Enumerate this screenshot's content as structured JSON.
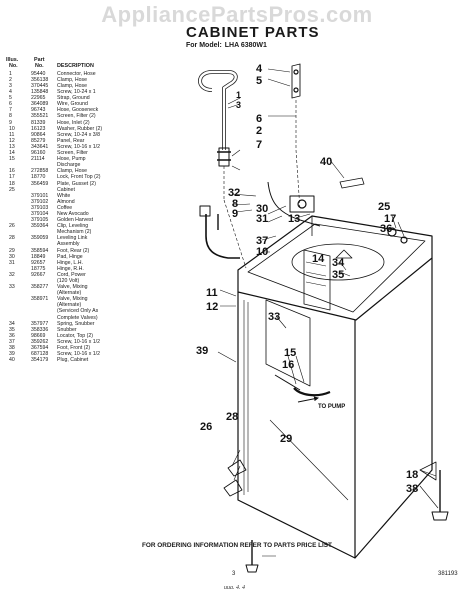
{
  "watermark": "AppliancePartsPros.com",
  "title": "CABINET PARTS",
  "model_prefix": "For Model:",
  "model": "LHA 6380W1",
  "table": {
    "header_illus": [
      "Illus.",
      "No."
    ],
    "header_part": [
      "Part",
      "No."
    ],
    "header_desc": "DESCRIPTION",
    "rows": [
      [
        "1",
        "95440",
        "Connector, Hose"
      ],
      [
        "2",
        "356138",
        "Clamp, Hose"
      ],
      [
        "3",
        "370445",
        "Clamp, Hose"
      ],
      [
        "4",
        "135848",
        "Screw, 10-24 x 1"
      ],
      [
        "5",
        "22965",
        "Strap, Ground"
      ],
      [
        "6",
        "364089",
        "Wire, Ground"
      ],
      [
        "7",
        "96743",
        "Hose, Gooseneck"
      ],
      [
        "8",
        "355521",
        "Screen, Filter (2)"
      ],
      [
        "9",
        "81339",
        "Hose, Inlet (2)"
      ],
      [
        "10",
        "16123",
        "Washer, Rubber (2)"
      ],
      [
        "11",
        "90864",
        "Screw, 10-24 x 3/8"
      ],
      [
        "12",
        "85279",
        "Panel, Rear"
      ],
      [
        "13",
        "343641",
        "Screw, 10-16 x 1/2"
      ],
      [
        "14",
        "96160",
        "Screen, Filter"
      ],
      [
        "15",
        "21114",
        "Hose, Pump"
      ],
      [
        "",
        "",
        "Discharge"
      ],
      [
        "16",
        "272858",
        "Clamp, Hose"
      ],
      [
        "17",
        "18770",
        "Lock, Front Top (2)"
      ],
      [
        "18",
        "356459",
        "Plate, Gusset (2)"
      ],
      [
        "25",
        "",
        "Cabinet"
      ],
      [
        "",
        "379101",
        "White"
      ],
      [
        "",
        "379102",
        "Almond"
      ],
      [
        "",
        "379103",
        "Coffee"
      ],
      [
        "",
        "379104",
        "New Avocado"
      ],
      [
        "",
        "379105",
        "Golden Harvest"
      ],
      [
        "26",
        "359364",
        "Clip, Leveling"
      ],
      [
        "",
        "",
        "Mechanism (2)"
      ],
      [
        "28",
        "359059",
        "Leveling Link"
      ],
      [
        "",
        "",
        "Assembly"
      ],
      [
        "29",
        "358594",
        "Foot, Rear (2)"
      ],
      [
        "30",
        "18849",
        "Pad, Hinge"
      ],
      [
        "31",
        "92657",
        "Hinge, L.H."
      ],
      [
        "",
        "18775",
        "Hinge, R.H."
      ],
      [
        "32",
        "92667",
        "Cord, Power"
      ],
      [
        "",
        "",
        "(120 Volt)"
      ],
      [
        "33",
        "358277",
        "Valve, Mixing"
      ],
      [
        "",
        "",
        "(Alternate)"
      ],
      [
        "",
        "358971",
        "Valve, Mixing"
      ],
      [
        "",
        "",
        "(Alternate)"
      ],
      [
        "",
        "",
        "(Serviced Only As"
      ],
      [
        "",
        "",
        "Complete Valves)"
      ],
      [
        "34",
        "357977",
        "Spring, Snubber"
      ],
      [
        "35",
        "358336",
        "Snubber"
      ],
      [
        "36",
        "98669",
        "Locator, Top (2)"
      ],
      [
        "37",
        "359262",
        "Screw, 10-16 x 1/2"
      ],
      [
        "38",
        "367594",
        "Foot, Front (2)"
      ],
      [
        "39",
        "687128",
        "Screw, 10-16 x 1/2"
      ],
      [
        "40",
        "354179",
        "Plug, Cabinet"
      ]
    ]
  },
  "diagram": {
    "callouts": [
      "4",
      "5",
      "1",
      "3",
      "6",
      "2",
      "7",
      "40",
      "32",
      "8",
      "9",
      "30",
      "31",
      "13",
      "37",
      "10",
      "25",
      "17",
      "36",
      "14",
      "34",
      "35",
      "11",
      "12",
      "33",
      "39",
      "15",
      "16",
      "28",
      "26",
      "18",
      "38",
      "29"
    ],
    "to_pump_label": "TO PUMP"
  },
  "footer": "FOR ORDERING INFORMATION REFER TO PARTS PRICE LIST",
  "page_number": "3",
  "doc_number": "381193",
  "signature": "uua. 4. 4"
}
